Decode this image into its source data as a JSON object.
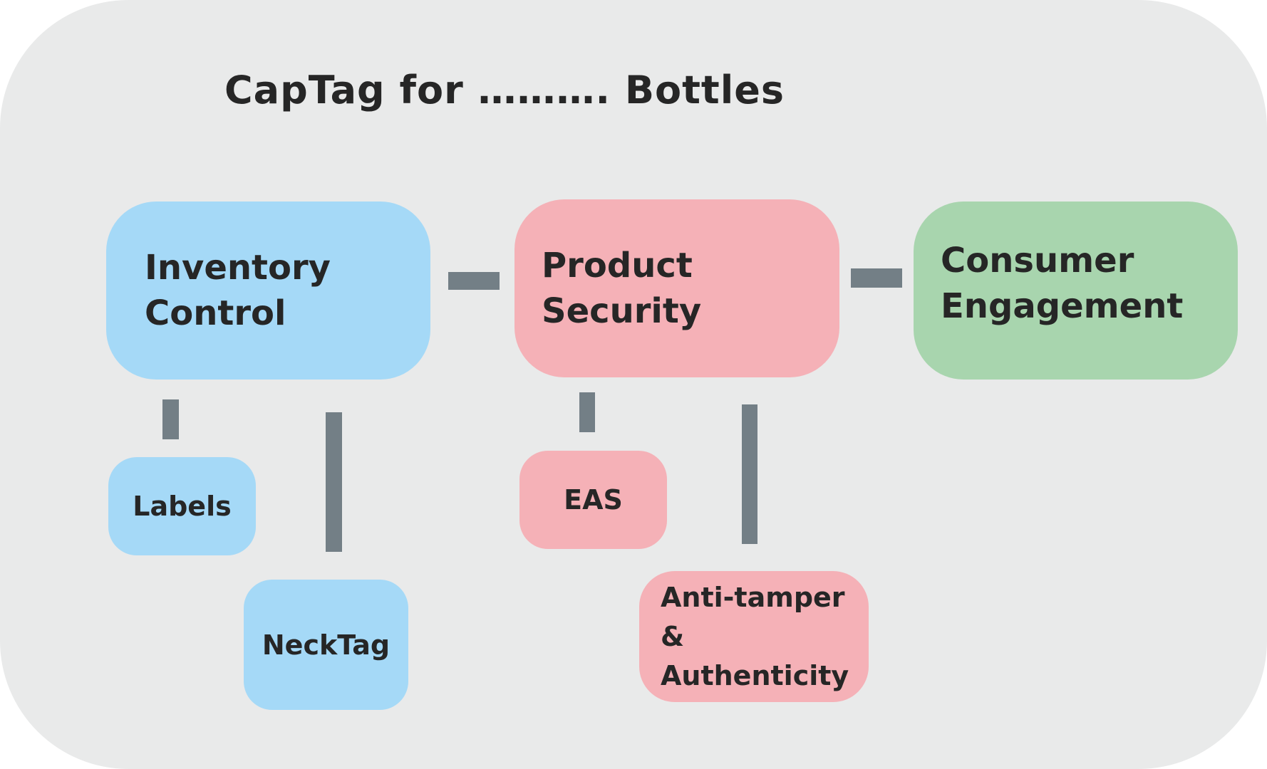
{
  "title": "CapTag for ………. Bottles",
  "nodes": {
    "inventory_control": {
      "lines": [
        "Inventory",
        "Control"
      ]
    },
    "product_security": {
      "lines": [
        "Product",
        "Security"
      ]
    },
    "consumer_engagement": {
      "lines": [
        "Consumer",
        "Engagement"
      ]
    },
    "labels": {
      "label": "Labels"
    },
    "necktag": {
      "label": "NeckTag"
    },
    "eas": {
      "label": "EAS"
    },
    "anti_tamper": {
      "lines": [
        "Anti-tamper",
        "&",
        "Authenticity"
      ]
    }
  },
  "colors": {
    "background": "#e9eaea",
    "inventory": "#a5d9f7",
    "security": "#f5b1b7",
    "engagement": "#a8d5ae",
    "connector": "#737f86",
    "text": "#262626"
  }
}
